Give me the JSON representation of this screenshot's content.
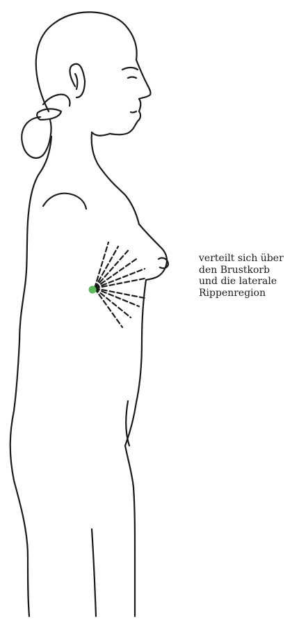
{
  "annotation": {
    "lines": [
      "verteilt sich über",
      "den Brustkorb",
      "und die laterale",
      "Rippenregion"
    ]
  },
  "trigger_point": {
    "color": "#5cb85c"
  },
  "line_color": "#1a1a1a"
}
